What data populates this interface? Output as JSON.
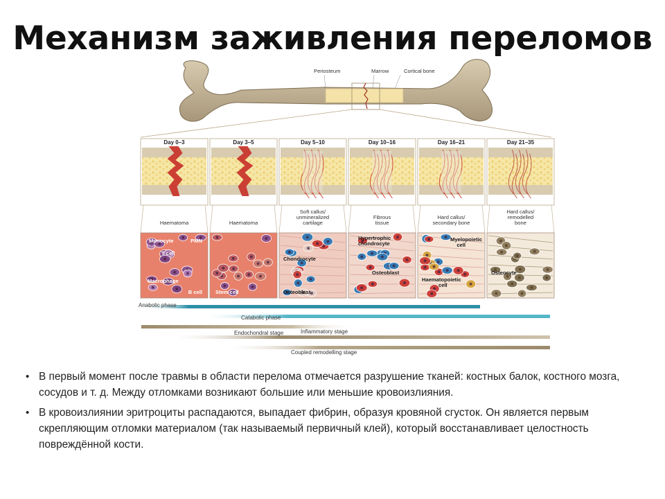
{
  "slide": {
    "title": "Механизм заживления переломов",
    "bullets": [
      "В первый момент после травмы в области перелома отмечается разрушение тканей: костных балок, костного мозга, сосудов и т. д. Между отломками возникают большие или меньшие кровоизлияния.",
      "В кровоизлиянии эритроциты распадаются, выпадает фибрин, образуя кровяной сгусток. Он является первым скрепляющим отломки материалом (так называемый первичный клей), который восстанавливает целостность повреждённой кости."
    ]
  },
  "figure": {
    "bone_labels": [
      "Periosteum",
      "Marrow",
      "Cortical bone"
    ],
    "panels": [
      {
        "day": "Day 0–3",
        "stage": [
          "Haematoma"
        ],
        "cells": [
          "Monocyte",
          "PMN",
          "T cell",
          "Macrophage",
          "B cell"
        ]
      },
      {
        "day": "Day 3–5",
        "stage": [
          "Haematoma"
        ],
        "cells": [
          "Stem cell"
        ]
      },
      {
        "day": "Day 5–10",
        "stage": [
          "Soft callus/",
          "unmineralized",
          "cartilage"
        ],
        "cells": [
          "Chondrocyte",
          "Osteoblast"
        ]
      },
      {
        "day": "Day 10–16",
        "stage": [
          "Fibrous",
          "tissue"
        ],
        "cells": [
          "Hypertrophic",
          "chondrocyte",
          "Osteoblast"
        ]
      },
      {
        "day": "Day 16–21",
        "stage": [
          "Hard callus/",
          "secondary bone"
        ],
        "cells": [
          "Myelopoietic",
          "cell",
          "Haematopoietic",
          "cell"
        ]
      },
      {
        "day": "Day 21–35",
        "stage": [
          "Hard callus/",
          "remodelled",
          "bone"
        ],
        "cells": [
          "Osteocyte"
        ]
      }
    ],
    "phases": [
      "Anabolic phase",
      "Catabolic phase",
      "Inflammatory stage",
      "Endochondral stage",
      "Coupled remodelling stage"
    ],
    "colors": {
      "bone": "#c9b99a",
      "marrow": "#f6e6a6",
      "blood": "#c8322a",
      "anabolic": "#2c8fa6",
      "catabolic": "#55b6c8",
      "stage_bar": "#9b8a6c"
    }
  }
}
